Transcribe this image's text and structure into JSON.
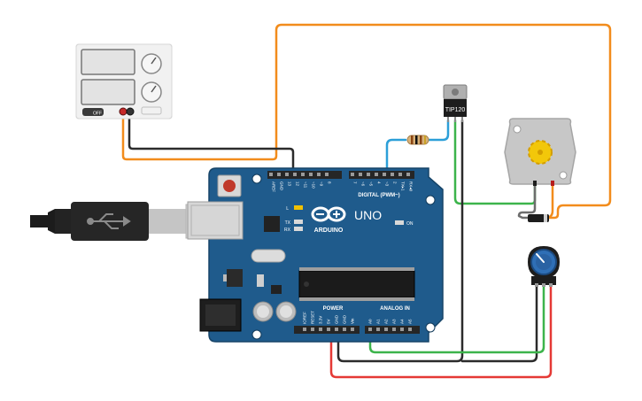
{
  "board": {
    "brand": "ARDUINO",
    "model": "UNO",
    "digital_label": "DIGITAL (PWM~)",
    "power_label": "POWER",
    "analog_label": "ANALOG IN",
    "on_label": "ON",
    "led_l": "L",
    "led_tx": "TX",
    "led_rx": "RX",
    "digital_pins": [
      "AREF",
      "GND",
      "13",
      "12",
      "~11",
      "~10",
      "~9",
      "8",
      "7",
      "~6",
      "~5",
      "4",
      "~3",
      "2",
      "TX▸1",
      "RX◂0"
    ],
    "power_pins": [
      "IOREF",
      "RESET",
      "3.3V",
      "5V",
      "GND",
      "GND",
      "Vin"
    ],
    "analog_pins": [
      "A0",
      "A1",
      "A2",
      "A3",
      "A4",
      "A5"
    ]
  },
  "transistor": {
    "label": "TIP120"
  },
  "power_supply": {
    "button_label": "OFF"
  },
  "colors": {
    "wire_orange": "#f28c1c",
    "wire_black": "#2b2b2b",
    "wire_red": "#e53935",
    "wire_green": "#3cb44b",
    "wire_blue": "#2c9fd8",
    "board_blue": "#1f5b8c",
    "header_black": "#262626"
  }
}
